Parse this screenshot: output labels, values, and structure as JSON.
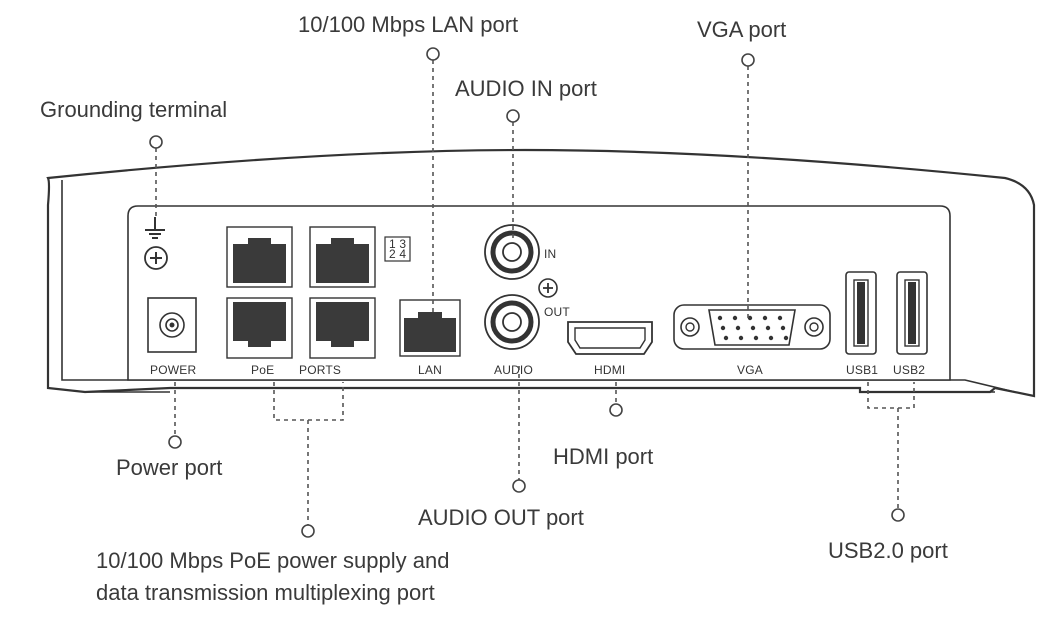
{
  "callouts": {
    "lan_port": "10/100 Mbps LAN port",
    "vga_port": "VGA port",
    "audio_in_port": "AUDIO IN port",
    "grounding_terminal": "Grounding terminal",
    "power_port": "Power port",
    "hdmi_port": "HDMI port",
    "audio_out_port": "AUDIO OUT port",
    "usb_port": "USB2.0 port",
    "poe_port_line1": "10/100 Mbps PoE power supply and",
    "poe_port_line2": "data transmission multiplexing port"
  },
  "panel_labels": {
    "power": "POWER",
    "poe": "PoE",
    "ports": "PORTS",
    "lan": "LAN",
    "audio": "AUDIO",
    "hdmi": "HDMI",
    "vga": "VGA",
    "usb1": "USB1",
    "usb2": "USB2",
    "in": "IN",
    "out": "OUT",
    "port_map_row1": "1 3",
    "port_map_row2": "2 4"
  },
  "colors": {
    "line": "#333333",
    "jack": "#3a3a3a",
    "text": "#3a3a3a"
  },
  "icons": [
    "ground-symbol-icon",
    "screw-icon"
  ]
}
